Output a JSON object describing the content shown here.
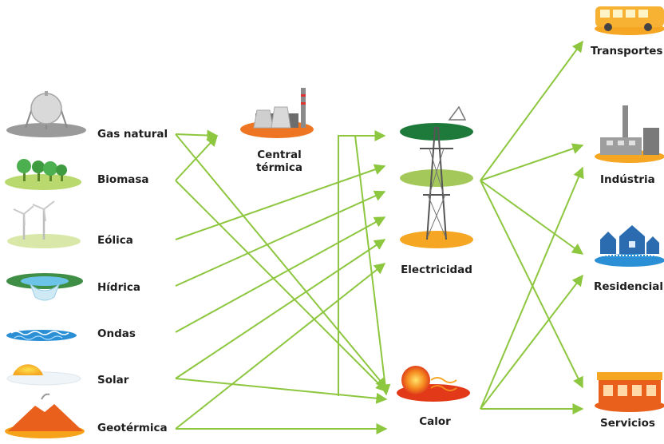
{
  "sources": [
    {
      "id": "gas",
      "label": "Gas natural",
      "icon": "gas-tank-icon"
    },
    {
      "id": "bio",
      "label": "Biomasa",
      "icon": "trees-icon"
    },
    {
      "id": "eol",
      "label": "Eólica",
      "icon": "wind-turbine-icon"
    },
    {
      "id": "hid",
      "label": "Hídrica",
      "icon": "dam-icon"
    },
    {
      "id": "ond",
      "label": "Ondas",
      "icon": "waves-icon"
    },
    {
      "id": "sol",
      "label": "Solar",
      "icon": "sun-icon"
    },
    {
      "id": "geo",
      "label": "Geotérmica",
      "icon": "volcano-icon"
    }
  ],
  "conversion": {
    "thermal": {
      "label_line1": "Central",
      "label_line2": "térmica",
      "icon": "power-plant-icon"
    },
    "electricity": {
      "label": "Electricidad",
      "icon": "power-tower-icon"
    },
    "heat": {
      "label": "Calor",
      "icon": "heat-icon"
    }
  },
  "sectors": [
    {
      "id": "trans",
      "label": "Transportes",
      "icon": "bus-icon"
    },
    {
      "id": "ind",
      "label": "Indústria",
      "icon": "factory-icon"
    },
    {
      "id": "res",
      "label": "Residencial",
      "icon": "houses-icon"
    },
    {
      "id": "serv",
      "label": "Servicios",
      "icon": "shop-icon"
    }
  ],
  "flows": [
    [
      "gas",
      "thermal"
    ],
    [
      "gas",
      "heat"
    ],
    [
      "bio",
      "thermal"
    ],
    [
      "bio",
      "heat"
    ],
    [
      "eol",
      "electricity"
    ],
    [
      "hid",
      "electricity"
    ],
    [
      "ond",
      "electricity"
    ],
    [
      "sol",
      "electricity"
    ],
    [
      "sol",
      "heat"
    ],
    [
      "geo",
      "electricity"
    ],
    [
      "geo",
      "heat"
    ],
    [
      "thermal",
      "electricity"
    ],
    [
      "thermal",
      "heat"
    ],
    [
      "electricity",
      "trans"
    ],
    [
      "electricity",
      "ind"
    ],
    [
      "electricity",
      "res"
    ],
    [
      "electricity",
      "serv"
    ],
    [
      "heat",
      "ind"
    ],
    [
      "heat",
      "res"
    ],
    [
      "heat",
      "serv"
    ]
  ],
  "colors": {
    "arrow": "#8dc63f",
    "text": "#1e1e1e"
  }
}
